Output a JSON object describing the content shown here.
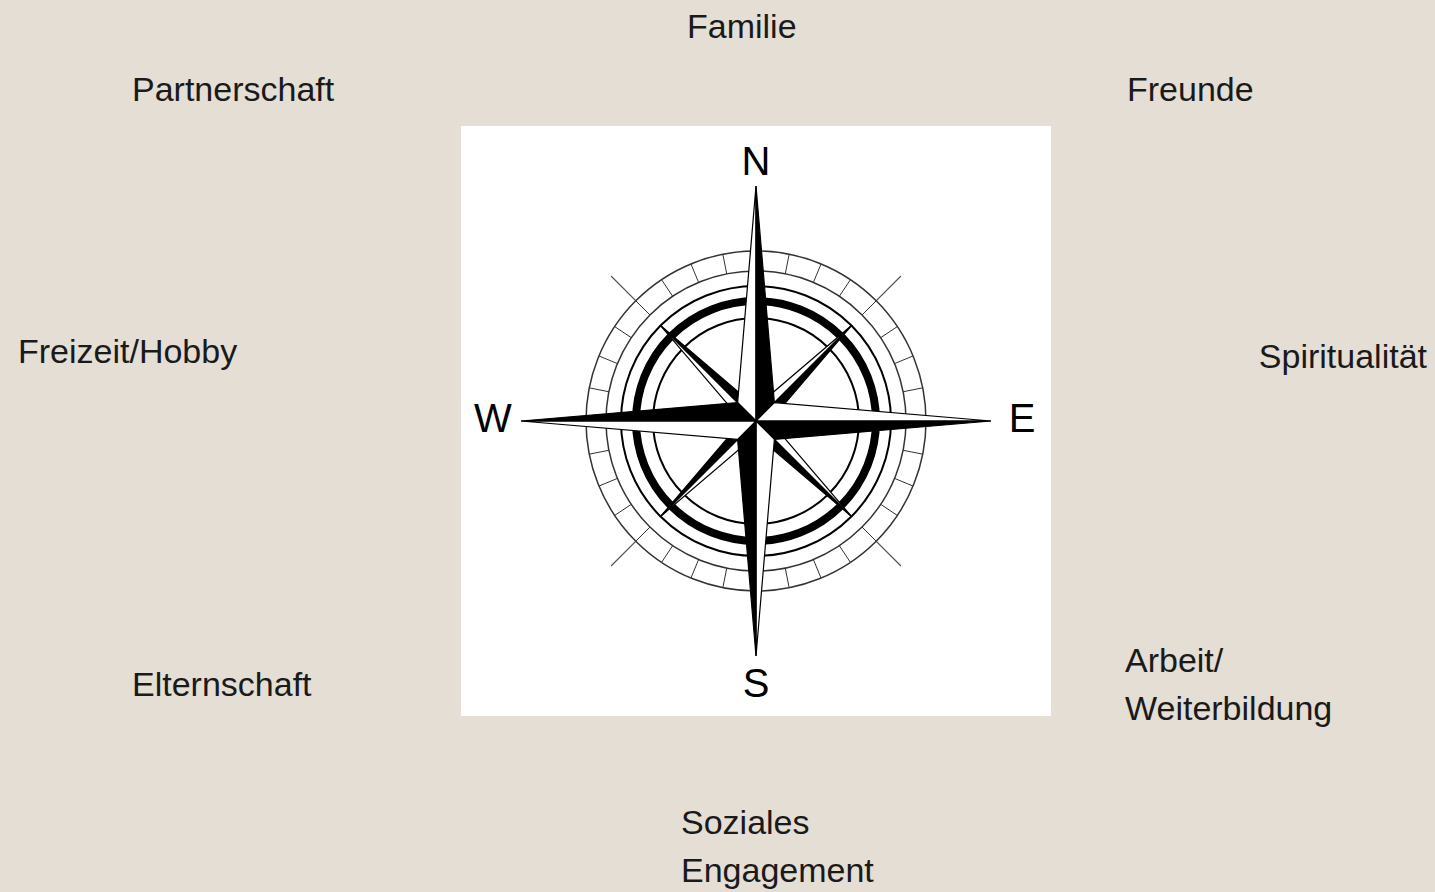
{
  "diagram": {
    "labels": [
      "Familie",
      "Partnerschaft",
      "Freunde",
      "Freizeit/Hobby",
      "Spiritualität",
      "Elternschaft",
      "Arbeit/ Weiterbildung",
      "Soziales Engagement",
      "N",
      "W",
      "E",
      "S"
    ]
  }
}
